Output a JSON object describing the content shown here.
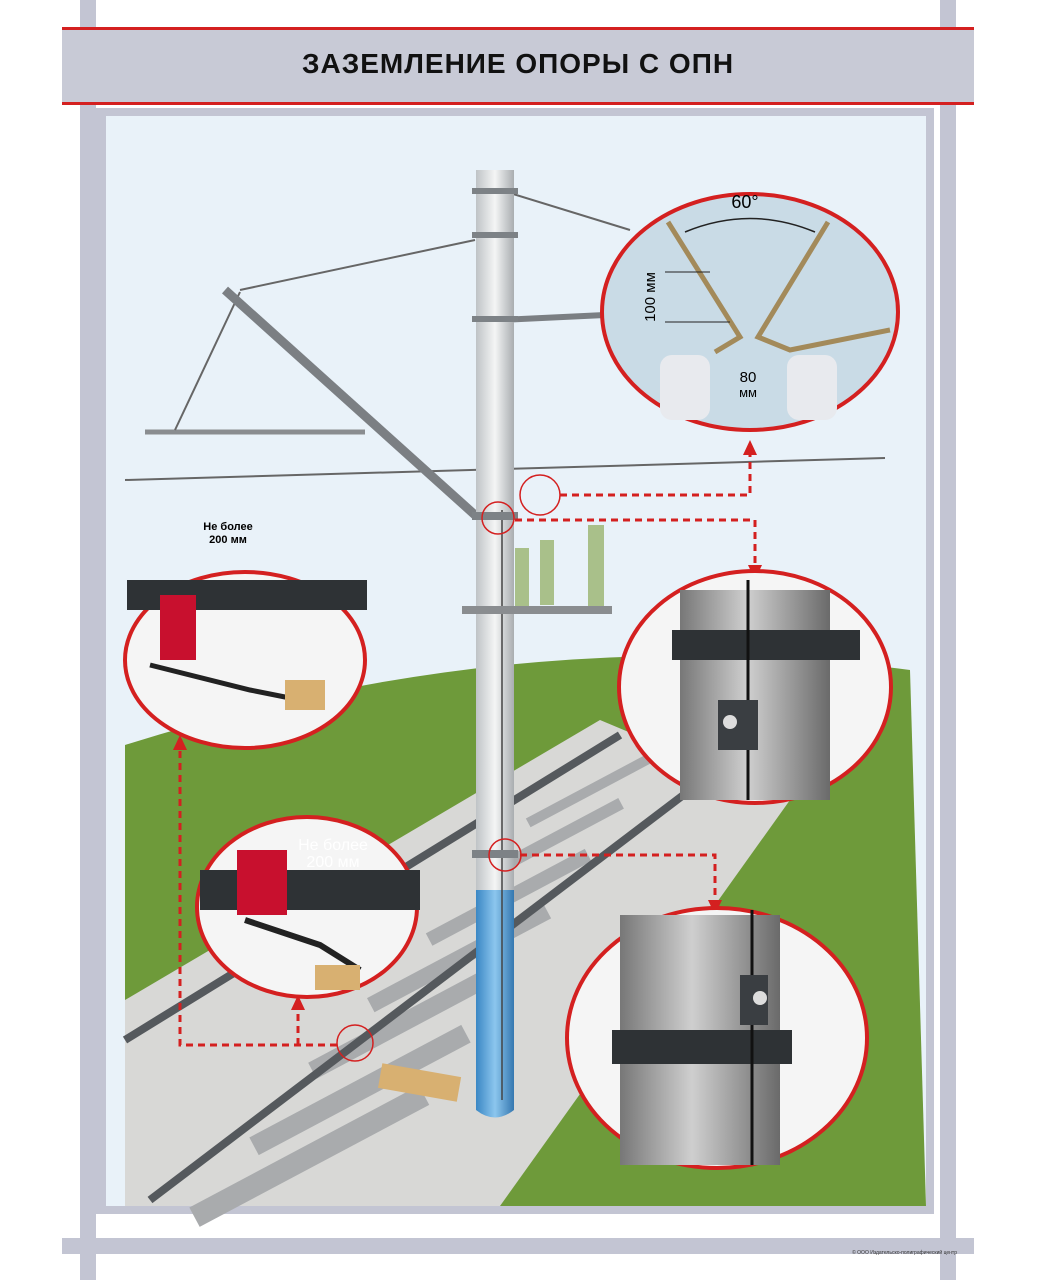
{
  "title": "ЗАЗЕМЛЕНИЕ ОПОРЫ С ОПН",
  "callouts": {
    "angle": "60°",
    "height": "100 мм",
    "gap_value": "80",
    "gap_unit": "мм",
    "rail_top_line1": "Не более",
    "rail_top_line2": "200 мм",
    "rail_bottom_line1": "Не более",
    "rail_bottom_line2": "200 мм"
  },
  "copyright": "© ООО Издательско-полиграфический центр",
  "colors": {
    "accent": "#d42020",
    "stripe": "#c3c5d3",
    "panel": "#e9f2f9",
    "grass": "#6e9a3a",
    "pole_base": "#5aa6dc"
  }
}
